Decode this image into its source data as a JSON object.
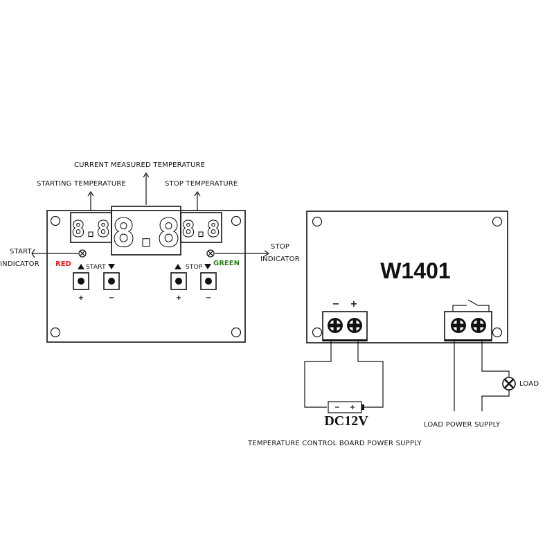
{
  "diagram": {
    "labels": {
      "current_temp": "CURRENT MEASURED TEMPERATURE",
      "starting_temp": "STARTING TEMPERATURE",
      "stop_temp": "STOP TEMPERATURE",
      "start_indicator_1": "START",
      "start_indicator_2": "INDICATOR",
      "stop_indicator_1": "STOP",
      "stop_indicator_2": "INDICATOR",
      "red": "RED",
      "green": "GREEN",
      "start": "START",
      "stop": "STOP",
      "plus": "+",
      "minus": "−",
      "model": "W1401",
      "load": "LOAD",
      "load_power": "LOAD POWER SUPPLY",
      "dc": "DC12V",
      "board_power": "TEMPERATURE CONTROL BOARD POWER SUPPLY",
      "terminal_minus": "−",
      "terminal_plus": "+"
    },
    "displays": {
      "left": "8.8",
      "center": "8.8",
      "right": "8.8"
    },
    "colors": {
      "red": "#e02020",
      "green": "#2e7d1e",
      "ink": "#111111"
    }
  }
}
